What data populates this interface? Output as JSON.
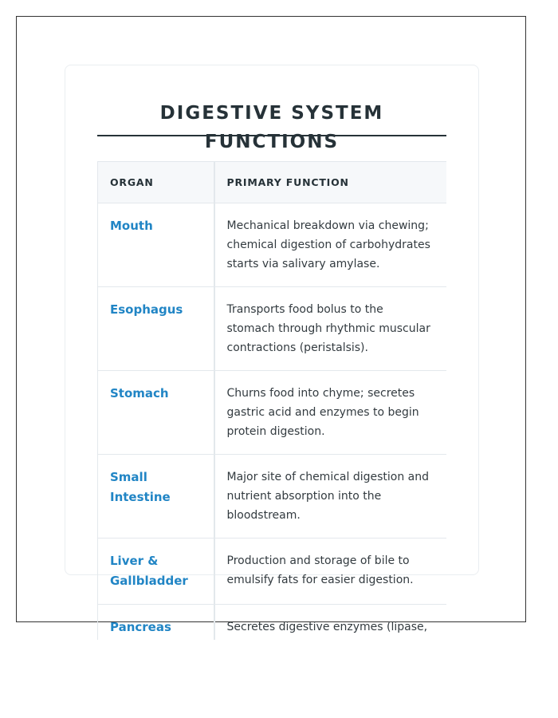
{
  "title": "DIGESTIVE SYSTEM FUNCTIONS",
  "table": {
    "headers": [
      "ORGAN",
      "PRIMARY FUNCTION"
    ],
    "rows": [
      {
        "organ": "Mouth",
        "function": "Mechanical breakdown via chewing; chemical digestion of carbohydrates starts via salivary amylase."
      },
      {
        "organ": "Esophagus",
        "function": "Transports food bolus to the stomach through rhythmic muscular contractions (peristalsis)."
      },
      {
        "organ": "Stomach",
        "function": "Churns food into chyme; secretes gastric acid and enzymes to begin protein digestion."
      },
      {
        "organ": "Small Intestine",
        "function": "Major site of chemical digestion and nutrient absorption into the bloodstream."
      },
      {
        "organ": "Liver & Gallbladder",
        "function": "Production and storage of bile to emulsify fats for easier digestion."
      },
      {
        "organ": "Pancreas",
        "function": "Secretes digestive enzymes (lipase, protease, amylase) and neutralizes"
      }
    ]
  },
  "colors": {
    "organ_text": "#2185c5",
    "heading": "#263238",
    "header_bg": "#f6f8fa"
  }
}
